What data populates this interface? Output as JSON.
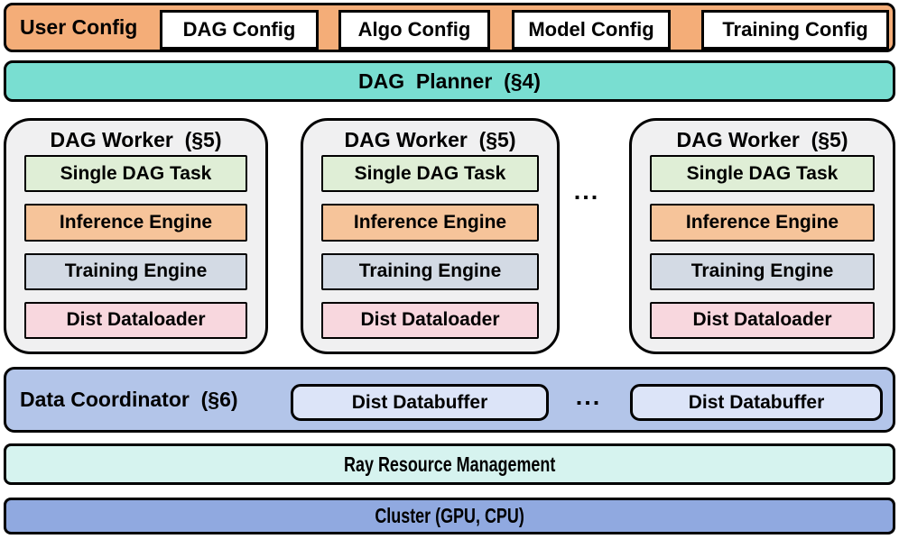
{
  "user_config": {
    "label": "User Config",
    "items": [
      "DAG Config",
      "Algo Config",
      "Model Config",
      "Training Config"
    ]
  },
  "dag_planner": {
    "label": "DAG  Planner  (§4)"
  },
  "workers": {
    "count": 3,
    "title": "DAG Worker  (§5)",
    "modules": [
      {
        "label": "Single DAG Task"
      },
      {
        "label": "Inference Engine"
      },
      {
        "label": "Training Engine"
      },
      {
        "label": "Dist Dataloader"
      }
    ],
    "ellipsis": "..."
  },
  "data_coordinator": {
    "label": "Data Coordinator  (§6)",
    "buffers": [
      "Dist Databuffer",
      "Dist Databuffer"
    ],
    "ellipsis": "..."
  },
  "ray": {
    "label": "Ray Resource Management"
  },
  "cluster": {
    "label": "Cluster (GPU, CPU)"
  },
  "colors": {
    "user_config_bar": "#F4AD78",
    "config_box": "#FFFFFF",
    "dag_planner_bar": "#79DED1",
    "worker_background": "#F0F0F1",
    "single_dag_task": "#DFEED6",
    "inference_engine": "#F6C49A",
    "training_engine": "#D3DAE4",
    "dist_dataloader": "#F8D7DE",
    "data_coordinator_bar": "#B3C5E9",
    "dist_databuffer": "#DCE4F8",
    "ray_bar": "#D6F3EF",
    "cluster_bar": "#90A9E0",
    "border": "#000000"
  }
}
